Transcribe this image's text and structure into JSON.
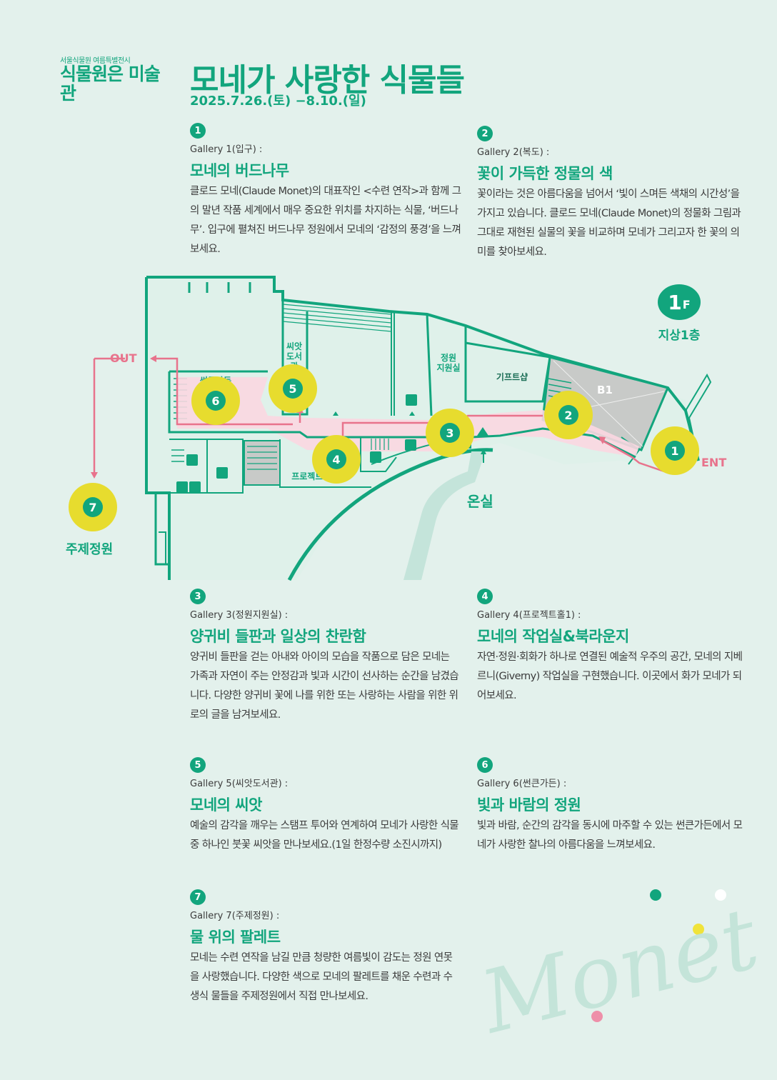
{
  "header": {
    "subtitle": "서울식물원 여름특별전시",
    "logo": "식물원은 미술관",
    "title": "모네가 사랑한 식물들",
    "date": "2025.7.26.(토) −8.10.(일)"
  },
  "galleries": [
    {
      "num": "1",
      "label": "Gallery 1(입구) :",
      "title": "모네의 버드나무",
      "desc": "클로드 모네(Claude Monet)의 대표작인 <수련 연작>과 함께 그의 말년 작품 세계에서 매우 중요한 위치를 차지하는 식물, ‘버드나무’. 입구에 펼쳐진 버드나무 정원에서 모네의 ‘감정의 풍경’을 느껴보세요."
    },
    {
      "num": "2",
      "label": "Gallery 2(복도) :",
      "title": "꽃이 가득한 정물의 색",
      "desc": "꽃이라는 것은 아름다움을 넘어서 ‘빛이 스며든 색채의 시간성’을 가지고 있습니다. 클로드 모네(Claude Monet)의 정물화 그림과 그대로 재현된 실물의 꽃을 비교하며 모네가 그리고자 한 꽃의 의미를 찾아보세요."
    },
    {
      "num": "3",
      "label": "Gallery 3(정원지원실) :",
      "title": "양귀비 들판과 일상의 찬란함",
      "desc": "양귀비 들판을 걷는 아내와 아이의 모습을 작품으로 담은 모네는 가족과 자연이 주는 안정감과 빛과 시간이 선사하는 순간을 남겼습니다. 다양한 양귀비 꽃에 나를 위한 또는 사랑하는 사람을 위한 위로의 글을 남겨보세요."
    },
    {
      "num": "4",
      "label": "Gallery 4(프로젝트홀1) :",
      "title": "모네의 작업실&북라운지",
      "desc": "자연·정원·회화가 하나로 연결된 예술적 우주의 공간, 모네의 지베르니(Giverny) 작업실을 구현했습니다.  이곳에서 화가 모네가 되어보세요."
    },
    {
      "num": "5",
      "label": "Gallery 5(씨앗도서관) :",
      "title": "모네의 씨앗",
      "desc": "예술의 감각을 깨우는 스탬프 투어와 연계하여 모네가 사랑한 식물 중 하나인 붓꽃 씨앗을 만나보세요.(1일 한정수량 소진시까지)"
    },
    {
      "num": "6",
      "label": "Gallery 6(썬큰가든) :",
      "title": "빛과 바람의 정원",
      "desc": "빛과 바람, 순간의 감각을 동시에 마주할 수 있는 썬큰가든에서 모네가 사랑한 찰나의 아름다움을 느껴보세요."
    },
    {
      "num": "7",
      "label": "Gallery 7(주제정원) :",
      "title": "물 위의 팔레트",
      "desc": "모네는 수련 연작을 남길 만큼 청량한 여름빛이 감도는 정원 연못을 사랑했습니다. 다양한 색으로 모네의 팔레트를 채운 수련과 수생식 물들을 주제정원에서 직접 만나보세요."
    }
  ],
  "map": {
    "floor_num": "1",
    "floor_letter": "F",
    "floor_label": "지상1층",
    "out": "OUT",
    "ent": "ENT",
    "seed_library": "씨앗\n도서관",
    "garden_support": "정원\n지원실",
    "gift_shop": "기프트샵",
    "b1": "B1",
    "sunken_garden": "썬큰가든",
    "project_hall": "프로젝트홀1",
    "greenhouse": "온실",
    "theme_garden": "주제정원",
    "pins": [
      "1",
      "2",
      "3",
      "4",
      "5",
      "6",
      "7"
    ]
  },
  "decoration": {
    "script": "Monet"
  },
  "colors": {
    "accent": "#12a57d",
    "pin": "#e7dc2e",
    "route": "#e8738c",
    "background": "#e3f1ec"
  }
}
